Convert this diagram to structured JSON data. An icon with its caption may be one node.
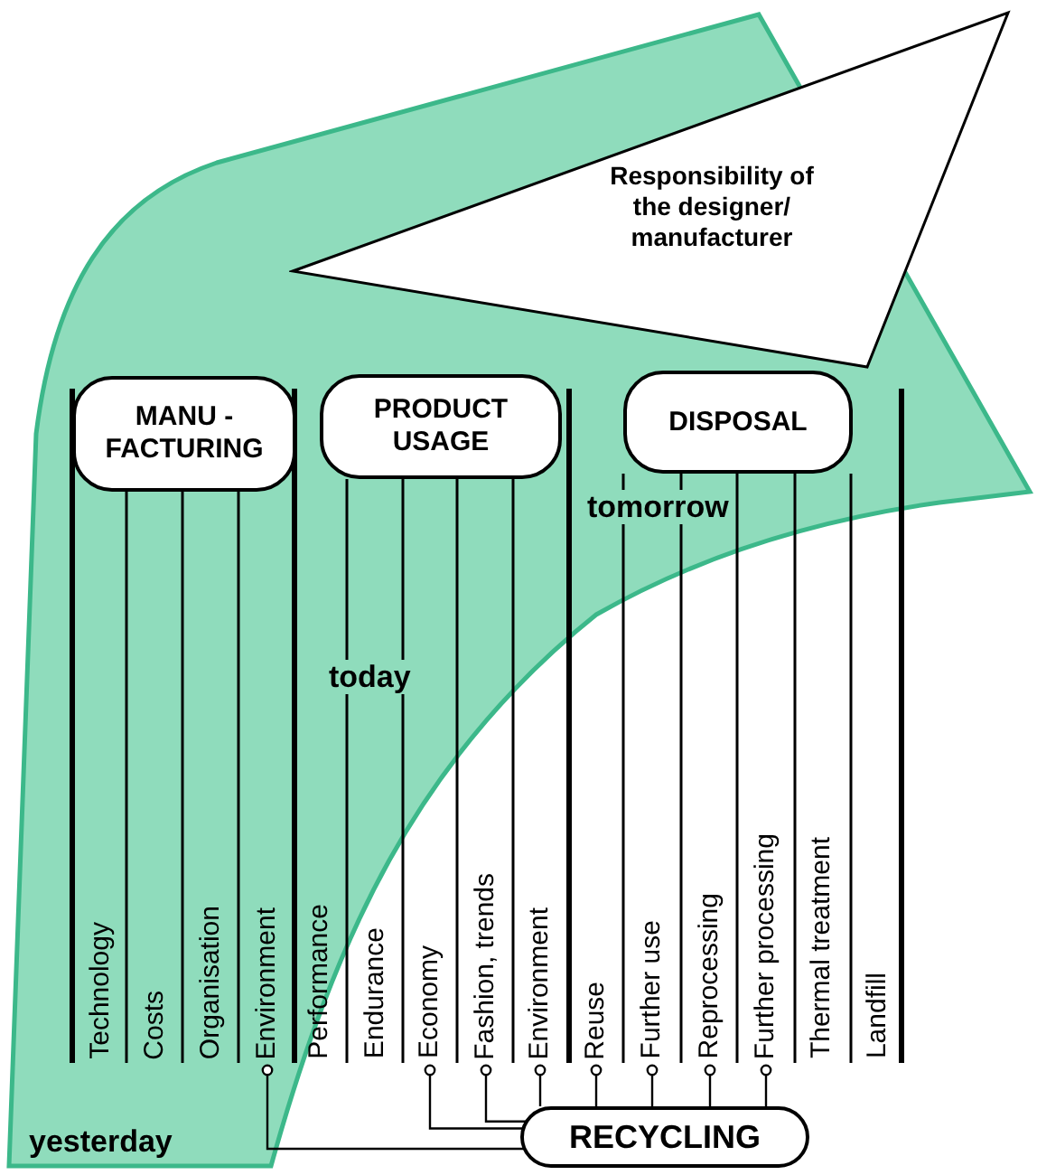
{
  "diagram": {
    "nodes": [
      {
        "text": [
          "Responsibility of the designer/ manufacturer"
        ]
      },
      {
        "text": [
          "MANU - FACTURING"
        ]
      },
      {
        "text": [
          "PRODUCT USAGE"
        ]
      },
      {
        "text": [
          "DISPOSAL"
        ]
      },
      {
        "text": [
          "RECYCLING"
        ]
      },
      {
        "text": [
          "Environment"
        ]
      },
      {
        "text": [
          "Economy"
        ]
      },
      {
        "text": [
          "Fashion, trends"
        ]
      },
      {
        "text": [
          "Environment"
        ]
      },
      {
        "text": [
          "Reuse"
        ]
      },
      {
        "text": [
          "Further use"
        ]
      },
      {
        "text": [
          "Reprocessing"
        ]
      },
      {
        "text": [
          "Further processing"
        ]
      }
    ],
    "edges": [
      {
        "from": 4,
        "to": 5,
        "arrow": "other"
      },
      {
        "from": 4,
        "to": 6,
        "arrow": "other"
      },
      {
        "from": 4,
        "to": 7,
        "arrow": "other"
      },
      {
        "from": 4,
        "to": 8,
        "arrow": "other"
      },
      {
        "from": 4,
        "to": 9,
        "arrow": "other"
      },
      {
        "from": 4,
        "to": 10,
        "arrow": "other"
      },
      {
        "from": 4,
        "to": 11,
        "arrow": "other"
      },
      {
        "from": 4,
        "to": 12,
        "arrow": "other"
      }
    ],
    "labels": [
      "yesterday",
      "today",
      "tomorrow",
      "Technology",
      "Costs",
      "Organisation",
      "Performance",
      "Endurance",
      "Thermal treatment",
      "Landfill"
    ]
  }
}
